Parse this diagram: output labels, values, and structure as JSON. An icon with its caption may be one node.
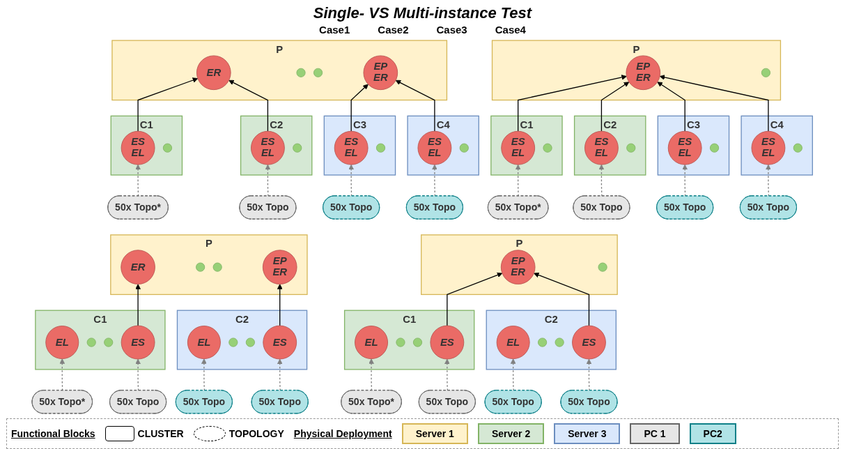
{
  "diagram": {
    "title": "Single- VS Multi-instance Test",
    "nodes": [
      {
        "text": [
          "P"
        ]
      },
      {
        "text": [
          "EP",
          "ER"
        ],
        "in": 0
      },
      {
        "text": [],
        "shape": "circle",
        "in": 0
      },
      {
        "text": [
          "C1"
        ]
      },
      {
        "text": [
          "ES",
          "EL"
        ],
        "in": 3
      },
      {
        "text": [],
        "shape": "circle",
        "in": 3
      },
      {
        "text": [
          "C2"
        ]
      },
      {
        "text": [
          "ES",
          "EL"
        ],
        "in": 6
      },
      {
        "text": [],
        "shape": "circle",
        "in": 6
      },
      {
        "text": [
          "C3"
        ]
      },
      {
        "text": [
          "ES",
          "EL"
        ],
        "in": 9
      },
      {
        "text": [],
        "shape": "circle",
        "in": 9
      },
      {
        "text": [
          "C4"
        ]
      },
      {
        "text": [
          "ES",
          "EL"
        ],
        "in": 12
      },
      {
        "text": [],
        "shape": "circle",
        "in": 12
      },
      {
        "text": [
          "50x Topo*"
        ]
      },
      {
        "text": [
          "50x Topo"
        ]
      },
      {
        "text": [
          "50x Topo"
        ]
      },
      {
        "text": [
          "50x Topo"
        ]
      },
      {
        "text": [
          "P"
        ]
      },
      {
        "text": [
          "ER"
        ],
        "in": 19
      },
      {
        "text": [],
        "shape": "circle",
        "in": 19
      },
      {
        "text": [],
        "shape": "circle",
        "in": 19
      },
      {
        "text": [
          "EP",
          "ER"
        ],
        "in": 19
      },
      {
        "text": [
          "C1"
        ]
      },
      {
        "text": [
          "ES",
          "EL"
        ],
        "in": 24
      },
      {
        "text": [],
        "shape": "circle",
        "in": 24
      },
      {
        "text": [
          "C2"
        ]
      },
      {
        "text": [
          "ES",
          "EL"
        ],
        "in": 27
      },
      {
        "text": [],
        "shape": "circle",
        "in": 27
      },
      {
        "text": [
          "C3"
        ]
      },
      {
        "text": [
          "ES",
          "EL"
        ],
        "in": 30
      },
      {
        "text": [],
        "shape": "circle",
        "in": 30
      },
      {
        "text": [
          "C4"
        ]
      },
      {
        "text": [
          "ES",
          "EL"
        ],
        "in": 33
      },
      {
        "text": [],
        "shape": "circle",
        "in": 33
      },
      {
        "text": [
          "50x Topo*"
        ]
      },
      {
        "text": [
          "50x Topo"
        ]
      },
      {
        "text": [
          "50x Topo"
        ]
      },
      {
        "text": [
          "50x Topo"
        ]
      },
      {
        "text": [
          "P"
        ]
      },
      {
        "text": [
          "EP",
          "ER"
        ],
        "in": 40
      },
      {
        "text": [],
        "shape": "circle",
        "in": 40
      },
      {
        "text": [
          "C1"
        ]
      },
      {
        "text": [
          "EL"
        ],
        "in": 43
      },
      {
        "text": [],
        "shape": "circle",
        "in": 43
      },
      {
        "text": [],
        "shape": "circle",
        "in": 43
      },
      {
        "text": [
          "ES"
        ],
        "in": 43
      },
      {
        "text": [
          "C2"
        ]
      },
      {
        "text": [
          "EL"
        ],
        "in": 48
      },
      {
        "text": [],
        "shape": "circle",
        "in": 48
      },
      {
        "text": [],
        "shape": "circle",
        "in": 48
      },
      {
        "text": [
          "ES"
        ],
        "in": 48
      },
      {
        "text": [
          "50x Topo*"
        ]
      },
      {
        "text": [
          "50x Topo"
        ]
      },
      {
        "text": [
          "50x Topo"
        ]
      },
      {
        "text": [
          "50x Topo"
        ]
      },
      {
        "text": [
          "P"
        ]
      },
      {
        "text": [
          "ER"
        ],
        "in": 57
      },
      {
        "text": [],
        "shape": "circle",
        "in": 57
      },
      {
        "text": [],
        "shape": "circle",
        "in": 57
      },
      {
        "text": [
          "EP",
          "ER"
        ],
        "in": 57
      },
      {
        "text": [
          "C1"
        ]
      },
      {
        "text": [
          "EL"
        ],
        "in": 62
      },
      {
        "text": [],
        "shape": "circle",
        "in": 62
      },
      {
        "text": [],
        "shape": "circle",
        "in": 62
      },
      {
        "text": [
          "ES"
        ],
        "in": 62
      },
      {
        "text": [
          "C2"
        ]
      },
      {
        "text": [
          "EL"
        ],
        "in": 67
      },
      {
        "text": [],
        "shape": "circle",
        "in": 67
      },
      {
        "text": [],
        "shape": "circle",
        "in": 67
      },
      {
        "text": [
          "ES"
        ],
        "in": 67
      },
      {
        "text": [
          "50x Topo*"
        ]
      },
      {
        "text": [
          "50x Topo"
        ]
      },
      {
        "text": [
          "50x Topo"
        ]
      },
      {
        "text": [
          "50x Topo"
        ]
      }
    ],
    "edges": [
      {
        "from": 4,
        "to": 1,
        "arrow": "to",
        "color": "#000000"
      },
      {
        "from": 7,
        "to": 1,
        "arrow": "to",
        "color": "#000000"
      },
      {
        "from": 10,
        "to": 1,
        "arrow": "to",
        "color": "#000000"
      },
      {
        "from": 13,
        "to": 1,
        "arrow": "to",
        "color": "#000000"
      },
      {
        "from": 15,
        "to": 4,
        "arrow": "to",
        "style": "dashed",
        "color": "#808080"
      },
      {
        "from": 16,
        "to": 7,
        "arrow": "to",
        "style": "dashed",
        "color": "#808080"
      },
      {
        "from": 17,
        "to": 10,
        "arrow": "to",
        "style": "dashed",
        "color": "#808080"
      },
      {
        "from": 18,
        "to": 13,
        "arrow": "to",
        "style": "dashed",
        "color": "#808080"
      },
      {
        "from": 25,
        "to": 20,
        "arrow": "to",
        "color": "#000000"
      },
      {
        "from": 28,
        "to": 20,
        "arrow": "to",
        "color": "#000000"
      },
      {
        "from": 31,
        "to": 23,
        "arrow": "to",
        "color": "#000000"
      },
      {
        "from": 34,
        "to": 23,
        "arrow": "to",
        "color": "#000000"
      },
      {
        "from": 36,
        "to": 25,
        "arrow": "to",
        "style": "dashed",
        "color": "#808080"
      },
      {
        "from": 37,
        "to": 28,
        "arrow": "to",
        "style": "dashed",
        "color": "#808080"
      },
      {
        "from": 38,
        "to": 31,
        "arrow": "to",
        "style": "dashed",
        "color": "#808080"
      },
      {
        "from": 39,
        "to": 34,
        "arrow": "to",
        "style": "dashed",
        "color": "#808080"
      },
      {
        "from": 47,
        "to": 41,
        "arrow": "to",
        "color": "#000000"
      },
      {
        "from": 52,
        "to": 41,
        "arrow": "to",
        "color": "#000000"
      },
      {
        "from": 53,
        "to": 44,
        "arrow": "to",
        "style": "dashed",
        "color": "#808080"
      },
      {
        "from": 54,
        "to": 47,
        "arrow": "to",
        "style": "dashed",
        "color": "#808080"
      },
      {
        "from": 55,
        "to": 49,
        "arrow": "to",
        "style": "dashed",
        "color": "#808080"
      },
      {
        "from": 56,
        "to": 52,
        "arrow": "to",
        "style": "dashed",
        "color": "#808080"
      },
      {
        "from": 66,
        "to": 58,
        "arrow": "to",
        "color": "#000000"
      },
      {
        "from": 71,
        "to": 61,
        "arrow": "to",
        "color": "#000000"
      },
      {
        "from": 72,
        "to": 63,
        "arrow": "to",
        "style": "dashed",
        "color": "#808080"
      },
      {
        "from": 73,
        "to": 66,
        "arrow": "to",
        "style": "dashed",
        "color": "#808080"
      },
      {
        "from": 74,
        "to": 68,
        "arrow": "to",
        "style": "dashed",
        "color": "#808080"
      },
      {
        "from": 75,
        "to": 71,
        "arrow": "to",
        "style": "dashed",
        "color": "#808080"
      }
    ],
    "labels": [
      "Case1",
      "Case2",
      "Case3",
      "Case4",
      "Functional Blocks",
      "Physical Deployment"
    ],
    "legend": [
      {
        "text": "CLUSTER"
      },
      {
        "text": "TOPOLOGY"
      },
      {
        "text": "Server 1",
        "color": "#fff2cc"
      },
      {
        "text": "Server 2",
        "color": "#d5e8d4"
      },
      {
        "text": "Server 3",
        "color": "#dae8fc"
      },
      {
        "text": "PC 1",
        "color": "#e6e6e6"
      },
      {
        "text": "PC2",
        "color": "#b0e3e6"
      }
    ]
  }
}
